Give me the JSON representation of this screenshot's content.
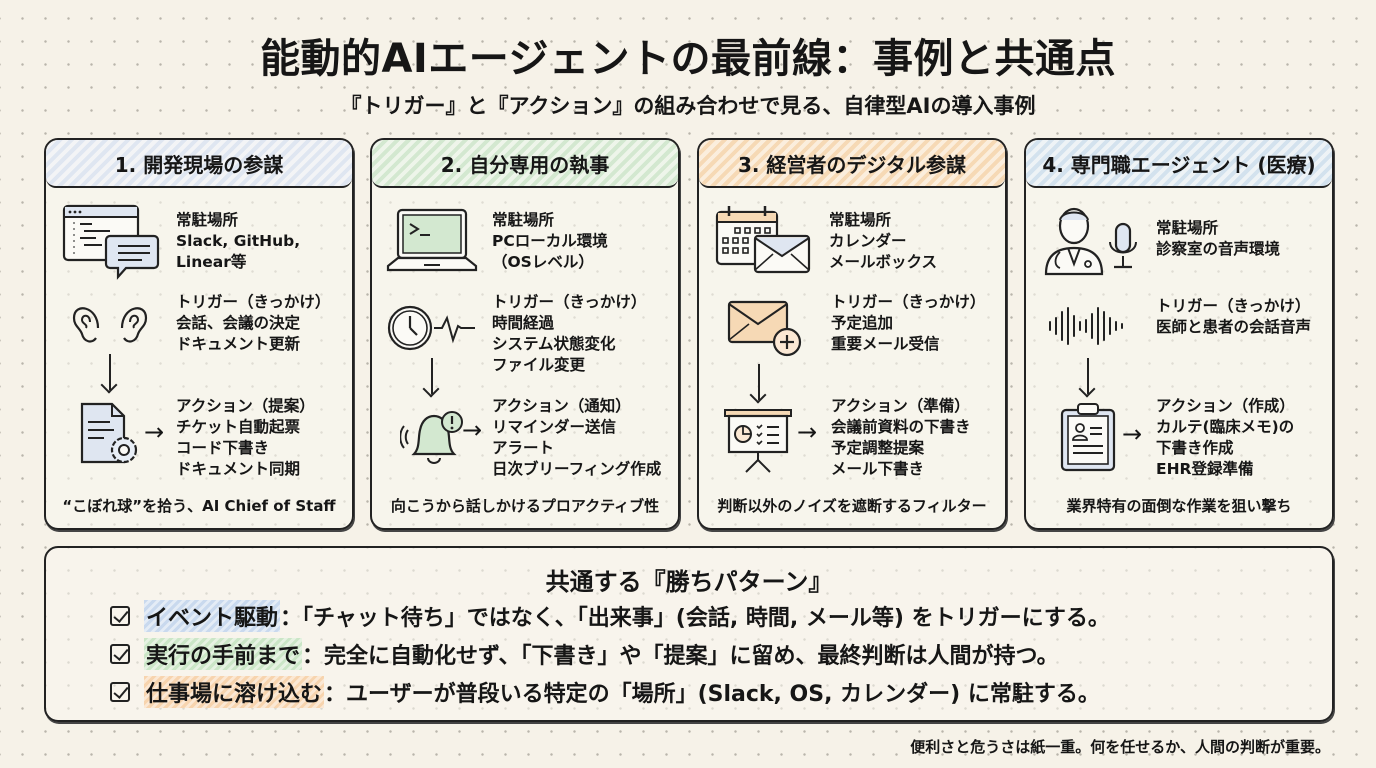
{
  "header": {
    "title": "能動的AIエージェントの最前線：事例と共通点",
    "subtitle": "『トリガー』と『アクション』の組み合わせで見る、自律型AIの導入事例"
  },
  "cards": [
    {
      "title": "1. 開発現場の参謀",
      "accent": "#dfe6f1",
      "location": {
        "label": "常駐場所",
        "lines": [
          "Slack, GitHub,",
          "Linear等"
        ],
        "icon": "code-window-chat-icon"
      },
      "trigger": {
        "label": "トリガー（きっかけ）",
        "lines": [
          "会話、会議の決定",
          "ドキュメント更新"
        ],
        "icon": "ears-icon"
      },
      "action": {
        "label": "アクション（提案）",
        "lines": [
          "チケット自動起票",
          "コード下書き",
          "ドキュメント同期"
        ],
        "icon": "document-gear-icon"
      },
      "footer": "“こぼれ球”を拾う、AI Chief of Staff"
    },
    {
      "title": "2. 自分専用の執事",
      "accent": "#d3e8d0",
      "location": {
        "label": "常駐場所",
        "lines": [
          "PCローカル環境",
          "（OSレベル）"
        ],
        "icon": "laptop-terminal-icon"
      },
      "trigger": {
        "label": "トリガー（きっかけ）",
        "lines": [
          "時間経過",
          "システム状態変化",
          "ファイル変更"
        ],
        "icon": "clock-pulse-icon"
      },
      "action": {
        "label": "アクション（通知）",
        "lines": [
          "リマインダー送信",
          "アラート",
          "日次ブリーフィング作成"
        ],
        "icon": "bell-alert-icon"
      },
      "footer": "向こうから話しかけるプロアクティブ性"
    },
    {
      "title": "3. 経営者のデジタル参謀",
      "accent": "#f6d9b5",
      "location": {
        "label": "常駐場所",
        "lines": [
          "カレンダー",
          "メールボックス"
        ],
        "icon": "calendar-mail-icon"
      },
      "trigger": {
        "label": "トリガー（きっかけ）",
        "lines": [
          "予定追加",
          "重要メール受信"
        ],
        "icon": "mail-plus-icon"
      },
      "action": {
        "label": "アクション（準備）",
        "lines": [
          "会議前資料の下書き",
          "予定調整提案",
          "メール下書き"
        ],
        "icon": "presentation-board-icon"
      },
      "footer": "判断以外のノイズを遮断するフィルター"
    },
    {
      "title": "4. 専門職エージェント (医療)",
      "accent": "#d3e2ee",
      "location": {
        "label": "常駐場所",
        "lines": [
          "診察室の音声環境"
        ],
        "icon": "doctor-microphone-icon"
      },
      "trigger": {
        "label": "トリガー（きっかけ）",
        "lines": [
          "医師と患者の会話音声"
        ],
        "icon": "sound-wave-icon"
      },
      "action": {
        "label": "アクション（作成）",
        "lines": [
          "カルテ(臨床メモ)の",
          "下書き作成",
          "EHR登録準備"
        ],
        "icon": "clipboard-patient-icon"
      },
      "footer": "業界特有の面倒な作業を狙い撃ち"
    }
  ],
  "summary": {
    "title": "共通する『勝ちパターン』",
    "points": [
      {
        "key": "イベント駆動",
        "text": "：「チャット待ち」ではなく、「出来事」(会話, 時間, メール等) をトリガーにする。",
        "color": "#c9d9ee"
      },
      {
        "key": "実行の手前まで",
        "text": "：完全に自動化せず、「下書き」や「提案」に留め、最終判断は人間が持つ。",
        "color": "#cbe6c7"
      },
      {
        "key": "仕事場に溶け込む",
        "text": "：ユーザーが普段いる特定の「場所」(Slack, OS, カレンダー) に常駐する。",
        "color": "#f7d4ae"
      }
    ]
  },
  "footnote": "便利さと危うさは紙一重。何を任せるか、人間の判断が重要。"
}
